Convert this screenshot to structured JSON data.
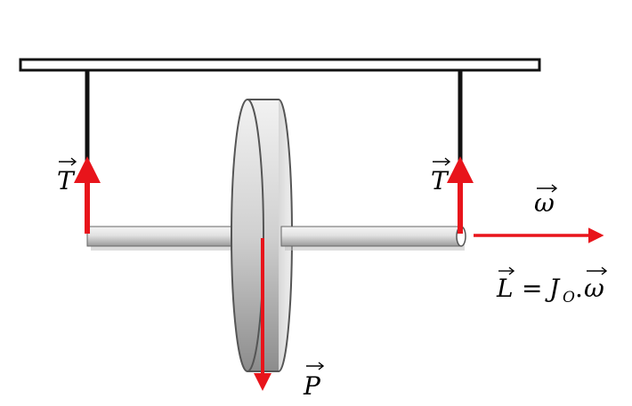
{
  "labels": {
    "tension_left": "T",
    "tension_right": "T",
    "weight": "P",
    "angular_velocity": "ω",
    "momentum_lhs": "L",
    "momentum_equals": "=",
    "momentum_J": "J",
    "momentum_sub": "O",
    "momentum_dot": ".",
    "momentum_omega": "ω"
  },
  "colors": {
    "force_arrow": "#e8141b",
    "string": "#111111",
    "outline": "#555555"
  }
}
